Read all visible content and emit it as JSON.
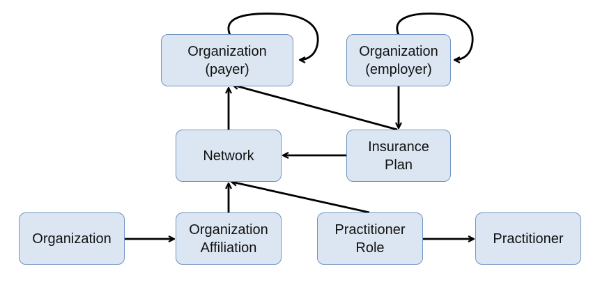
{
  "diagram": {
    "nodes": [
      {
        "id": "org-payer",
        "label": "Organization\n(payer)"
      },
      {
        "id": "org-employer",
        "label": "Organization\n(employer)"
      },
      {
        "id": "network",
        "label": "Network"
      },
      {
        "id": "insurance-plan",
        "label": "Insurance\nPlan"
      },
      {
        "id": "organization",
        "label": "Organization"
      },
      {
        "id": "org-affiliation",
        "label": "Organization\nAffiliation"
      },
      {
        "id": "practitioner-role",
        "label": "Practitioner\nRole"
      },
      {
        "id": "practitioner",
        "label": "Practitioner"
      }
    ],
    "edges": [
      {
        "from": "org-payer",
        "to": "org-payer",
        "kind": "self-loop"
      },
      {
        "from": "org-employer",
        "to": "org-employer",
        "kind": "self-loop"
      },
      {
        "from": "org-employer",
        "to": "insurance-plan"
      },
      {
        "from": "insurance-plan",
        "to": "org-payer"
      },
      {
        "from": "network",
        "to": "org-payer"
      },
      {
        "from": "insurance-plan",
        "to": "network"
      },
      {
        "from": "org-affiliation",
        "to": "network"
      },
      {
        "from": "practitioner-role",
        "to": "network"
      },
      {
        "from": "organization",
        "to": "org-affiliation"
      },
      {
        "from": "practitioner-role",
        "to": "practitioner"
      }
    ],
    "colors": {
      "node_fill": "#dce6f2",
      "node_border": "#6f93c0",
      "edge": "#000000"
    }
  }
}
